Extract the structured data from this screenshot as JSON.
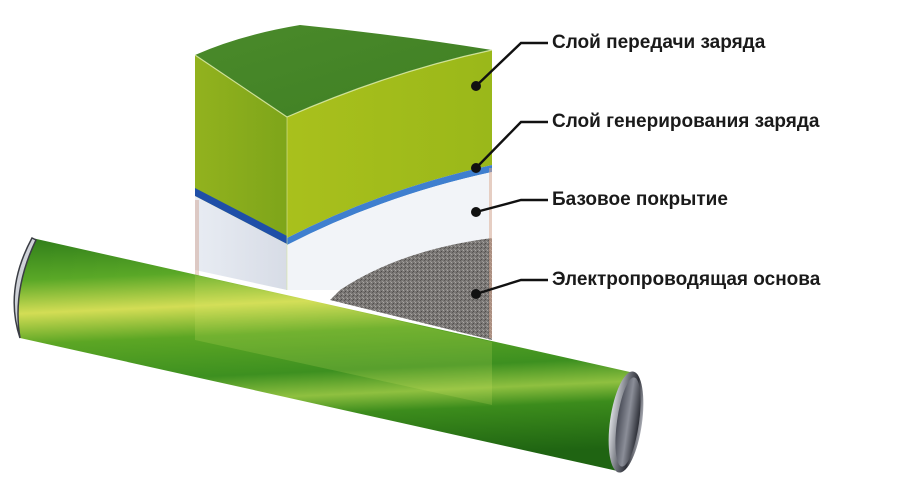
{
  "diagram": {
    "subject": "photoconductor drum layer structure",
    "layers": [
      {
        "id": "charge-transport",
        "label": "Слой передачи заряда",
        "color": "#a8bf1c",
        "top_color": "#4f8d2a"
      },
      {
        "id": "charge-generation",
        "label": "Слой генерирования заряда",
        "color": "#2d6fc2"
      },
      {
        "id": "undercoat",
        "label": "Базовое покрытие",
        "color": "#eef1f6"
      },
      {
        "id": "conductive-substrate",
        "label": "Электропроводящая основа",
        "color": "#7d7a78"
      }
    ],
    "drum": {
      "color": "#3f9a1e",
      "highlight": "#c8d84a",
      "rim_color": "#8a8c94"
    },
    "callout_color": "#111111"
  }
}
